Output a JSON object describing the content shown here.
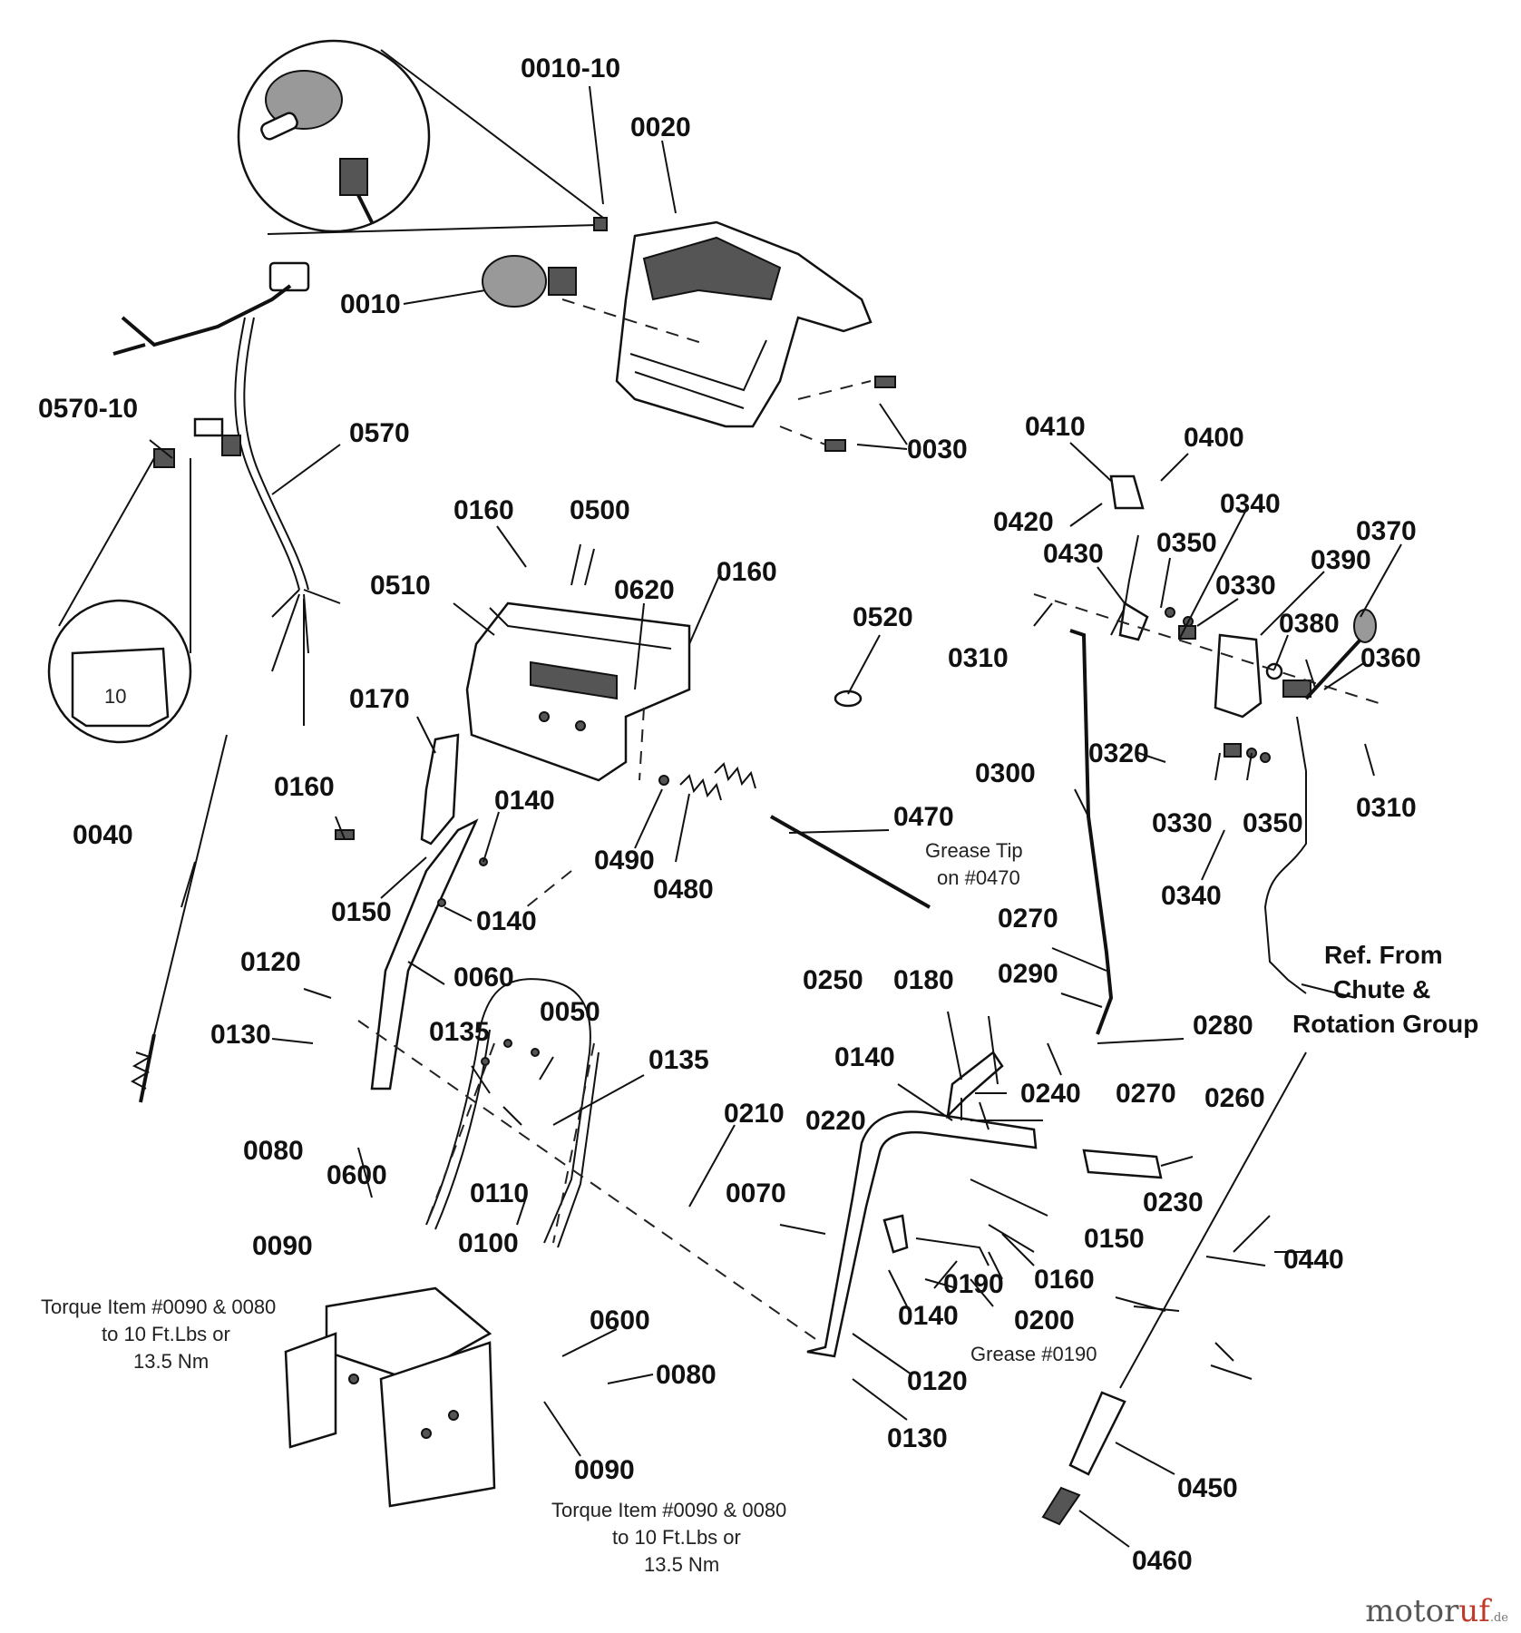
{
  "labels": [
    {
      "id": "p0010_10",
      "text": "0010-10"
    },
    {
      "id": "p0020",
      "text": "0020"
    },
    {
      "id": "p0010",
      "text": "0010"
    },
    {
      "id": "p0030",
      "text": "0030"
    },
    {
      "id": "p0570_10",
      "text": "0570-10"
    },
    {
      "id": "p0570",
      "text": "0570"
    },
    {
      "id": "p0410",
      "text": "0410"
    },
    {
      "id": "p0400",
      "text": "0400"
    },
    {
      "id": "p0420",
      "text": "0420"
    },
    {
      "id": "p0340a",
      "text": "0340"
    },
    {
      "id": "p0370",
      "text": "0370"
    },
    {
      "id": "p0430",
      "text": "0430"
    },
    {
      "id": "p0350a",
      "text": "0350"
    },
    {
      "id": "p0390",
      "text": "0390"
    },
    {
      "id": "p0330a",
      "text": "0330"
    },
    {
      "id": "p0380",
      "text": "0380"
    },
    {
      "id": "p0160a",
      "text": "0160"
    },
    {
      "id": "p0500",
      "text": "0500"
    },
    {
      "id": "p0510",
      "text": "0510"
    },
    {
      "id": "p0620",
      "text": "0620"
    },
    {
      "id": "p0160b",
      "text": "0160"
    },
    {
      "id": "p0520",
      "text": "0520"
    },
    {
      "id": "p0310a",
      "text": "0310"
    },
    {
      "id": "p0360",
      "text": "0360"
    },
    {
      "id": "p0170",
      "text": "0170"
    },
    {
      "id": "p0320",
      "text": "0320"
    },
    {
      "id": "p0300",
      "text": "0300"
    },
    {
      "id": "p0160c",
      "text": "0160"
    },
    {
      "id": "p0140a",
      "text": "0140"
    },
    {
      "id": "p0470",
      "text": "0470"
    },
    {
      "id": "p0330b",
      "text": "0330"
    },
    {
      "id": "p0350b",
      "text": "0350"
    },
    {
      "id": "p0310b",
      "text": "0310"
    },
    {
      "id": "p0040",
      "text": "0040"
    },
    {
      "id": "p0490",
      "text": "0490"
    },
    {
      "id": "p0480",
      "text": "0480"
    },
    {
      "id": "p0150a",
      "text": "0150"
    },
    {
      "id": "p0140b",
      "text": "0140"
    },
    {
      "id": "p0340b",
      "text": "0340"
    },
    {
      "id": "p0270a",
      "text": "0270"
    },
    {
      "id": "p0120a",
      "text": "0120"
    },
    {
      "id": "p0060",
      "text": "0060"
    },
    {
      "id": "p0290",
      "text": "0290"
    },
    {
      "id": "p0250",
      "text": "0250"
    },
    {
      "id": "p0180",
      "text": "0180"
    },
    {
      "id": "p0050",
      "text": "0050"
    },
    {
      "id": "p0280",
      "text": "0280"
    },
    {
      "id": "p0130a",
      "text": "0130"
    },
    {
      "id": "p0135a",
      "text": "0135"
    },
    {
      "id": "p0135b",
      "text": "0135"
    },
    {
      "id": "p0140c",
      "text": "0140"
    },
    {
      "id": "p0240",
      "text": "0240"
    },
    {
      "id": "p0270b",
      "text": "0270"
    },
    {
      "id": "p0260",
      "text": "0260"
    },
    {
      "id": "p0210",
      "text": "0210"
    },
    {
      "id": "p0220",
      "text": "0220"
    },
    {
      "id": "p0080a",
      "text": "0080"
    },
    {
      "id": "p0600a",
      "text": "0600"
    },
    {
      "id": "p0110",
      "text": "0110"
    },
    {
      "id": "p0070",
      "text": "0070"
    },
    {
      "id": "p0230",
      "text": "0230"
    },
    {
      "id": "p0150b",
      "text": "0150"
    },
    {
      "id": "p0090a",
      "text": "0090"
    },
    {
      "id": "p0100",
      "text": "0100"
    },
    {
      "id": "p0160d",
      "text": "0160"
    },
    {
      "id": "p0440",
      "text": "0440"
    },
    {
      "id": "p0190",
      "text": "0190"
    },
    {
      "id": "p0140d",
      "text": "0140"
    },
    {
      "id": "p0200",
      "text": "0200"
    },
    {
      "id": "p0600b",
      "text": "0600"
    },
    {
      "id": "p0080b",
      "text": "0080"
    },
    {
      "id": "p0120b",
      "text": "0120"
    },
    {
      "id": "p0130b",
      "text": "0130"
    },
    {
      "id": "p0090b",
      "text": "0090"
    },
    {
      "id": "p0450",
      "text": "0450"
    },
    {
      "id": "p0460",
      "text": "0460"
    }
  ],
  "notes": {
    "grease_tip": [
      "Grease Tip",
      "on #0470"
    ],
    "grease_0190": "Grease #0190",
    "torque_left": [
      "Torque Item #0090 & 0080",
      "to 10 Ft.Lbs or",
      "13.5 Nm"
    ],
    "torque_bottom": [
      "Torque Item #0090 & 0080",
      "to 10 Ft.Lbs or",
      "13.5 Nm"
    ],
    "ref_from": [
      "Ref. From",
      "Chute &",
      "Rotation Group"
    ],
    "fuse_mark": "10"
  },
  "watermark": {
    "main": "motor",
    "accent": "uf",
    "suffix": ".de"
  }
}
